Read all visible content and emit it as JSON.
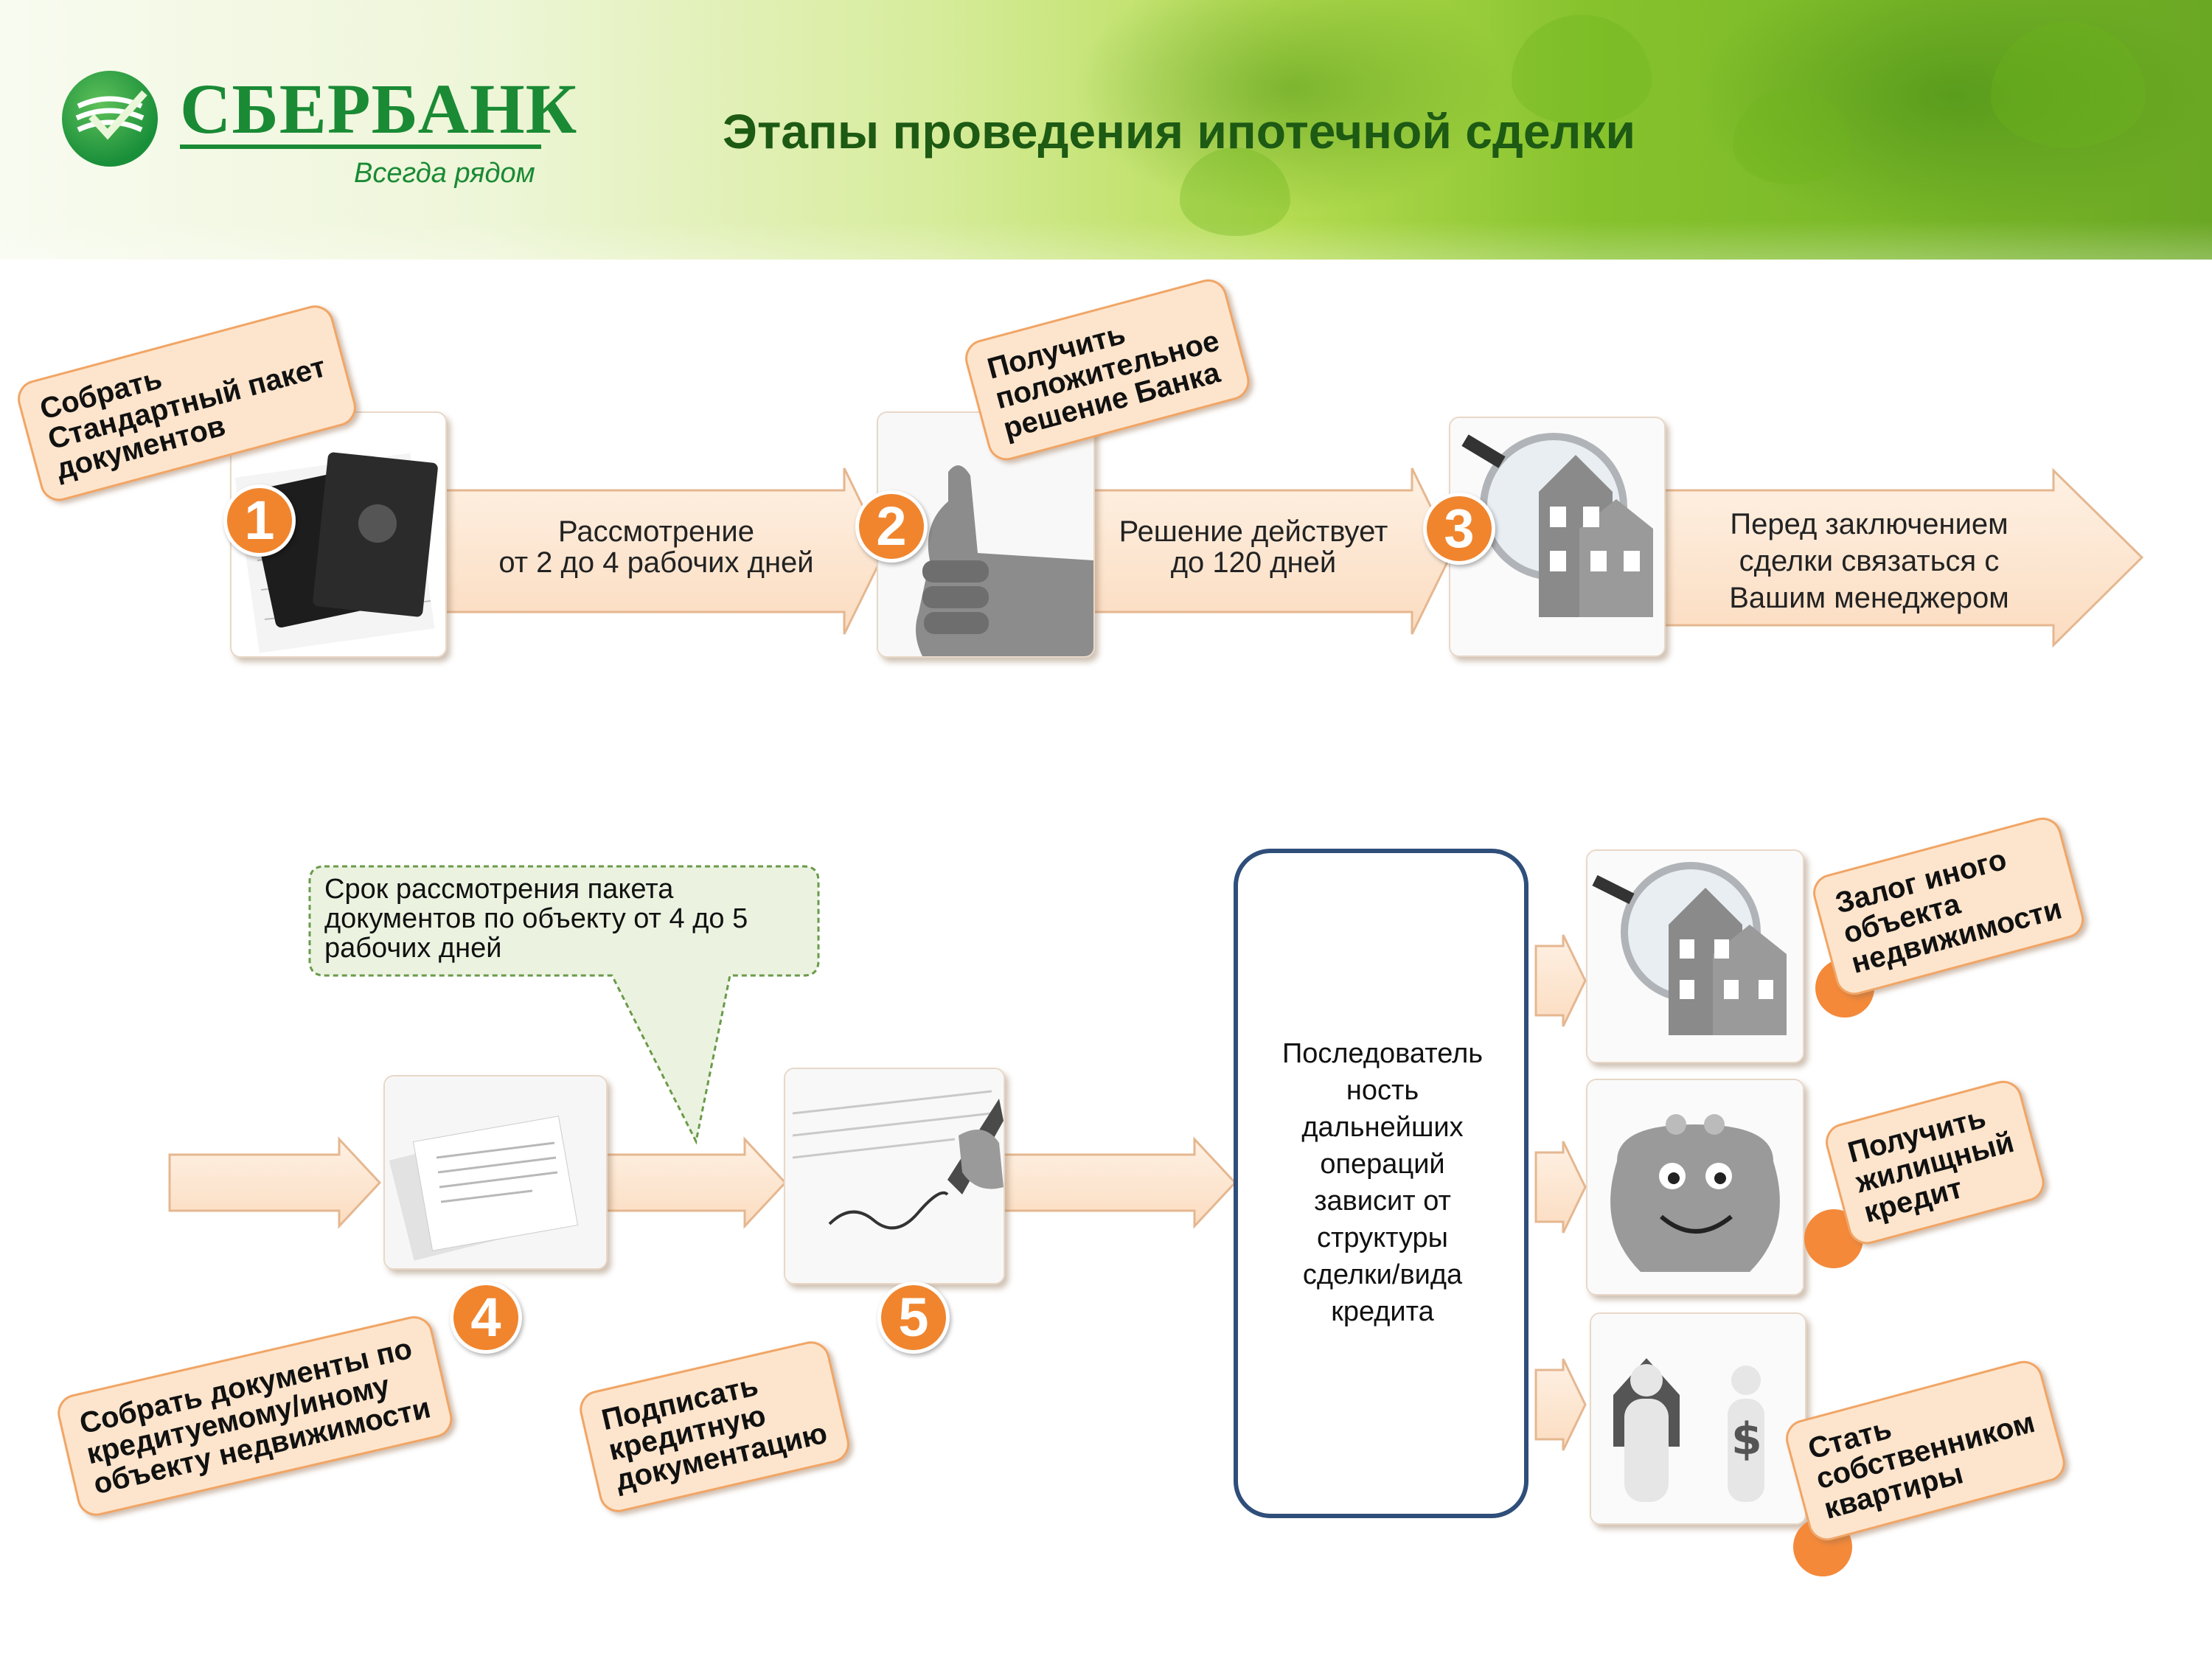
{
  "header": {
    "brand_name": "СБЕРБАНК",
    "slogan": "Всегда рядом",
    "title": "Этапы проведения ипотечной сделки"
  },
  "steps": [
    {
      "number": "1",
      "label": "Собрать\nСтандартный пакет\nдокументов",
      "icon": "passport-documents-photo"
    },
    {
      "number": "2",
      "label": "Получить\nположительное\nрешение Банка",
      "icon": "thumbs-up-photo"
    },
    {
      "number": "3",
      "label": "",
      "icon": "magnifier-house-photo"
    },
    {
      "number": "4",
      "label": "Собрать документы по\nкредитуемому/иному\nобъекту недвижимости",
      "icon": "document-stack-photo"
    },
    {
      "number": "5",
      "label": "Подписать\nкредитную\nдокументацию",
      "icon": "signing-pen-photo"
    }
  ],
  "arrows": {
    "a1": "Рассмотрение\nот 2 до 4 рабочих дней",
    "a2": "Решение действует\nдо 120 дней",
    "a3": "Перед заключением\nсделки связаться с\nВашим менеджером"
  },
  "callout": "Срок рассмотрения пакета\nдокументов по объекту от 4 до 5\nрабочих дней",
  "center_box": "Последователь\nность\nдальнейших\nопераций\nзависит от\nструктуры\nсделки/вида\nкредита",
  "options": [
    {
      "label": "Залог иного\nобъекта\nнедвижимости",
      "icon": "magnifier-house-photo"
    },
    {
      "label": "Получить\nжилищный\nкредит",
      "icon": "smiling-purse-photo"
    },
    {
      "label": "Стать\nсобственником\nквартиры",
      "icon": "house-exchange-photo"
    }
  ],
  "colors": {
    "accent_orange": "#f0852e",
    "tag_fill": "#fde5cd",
    "arrow_fill": "#fde5cd",
    "brand_green": "#1a8a35",
    "title_green": "#1d5a14",
    "box_border": "#2f4e7a"
  }
}
